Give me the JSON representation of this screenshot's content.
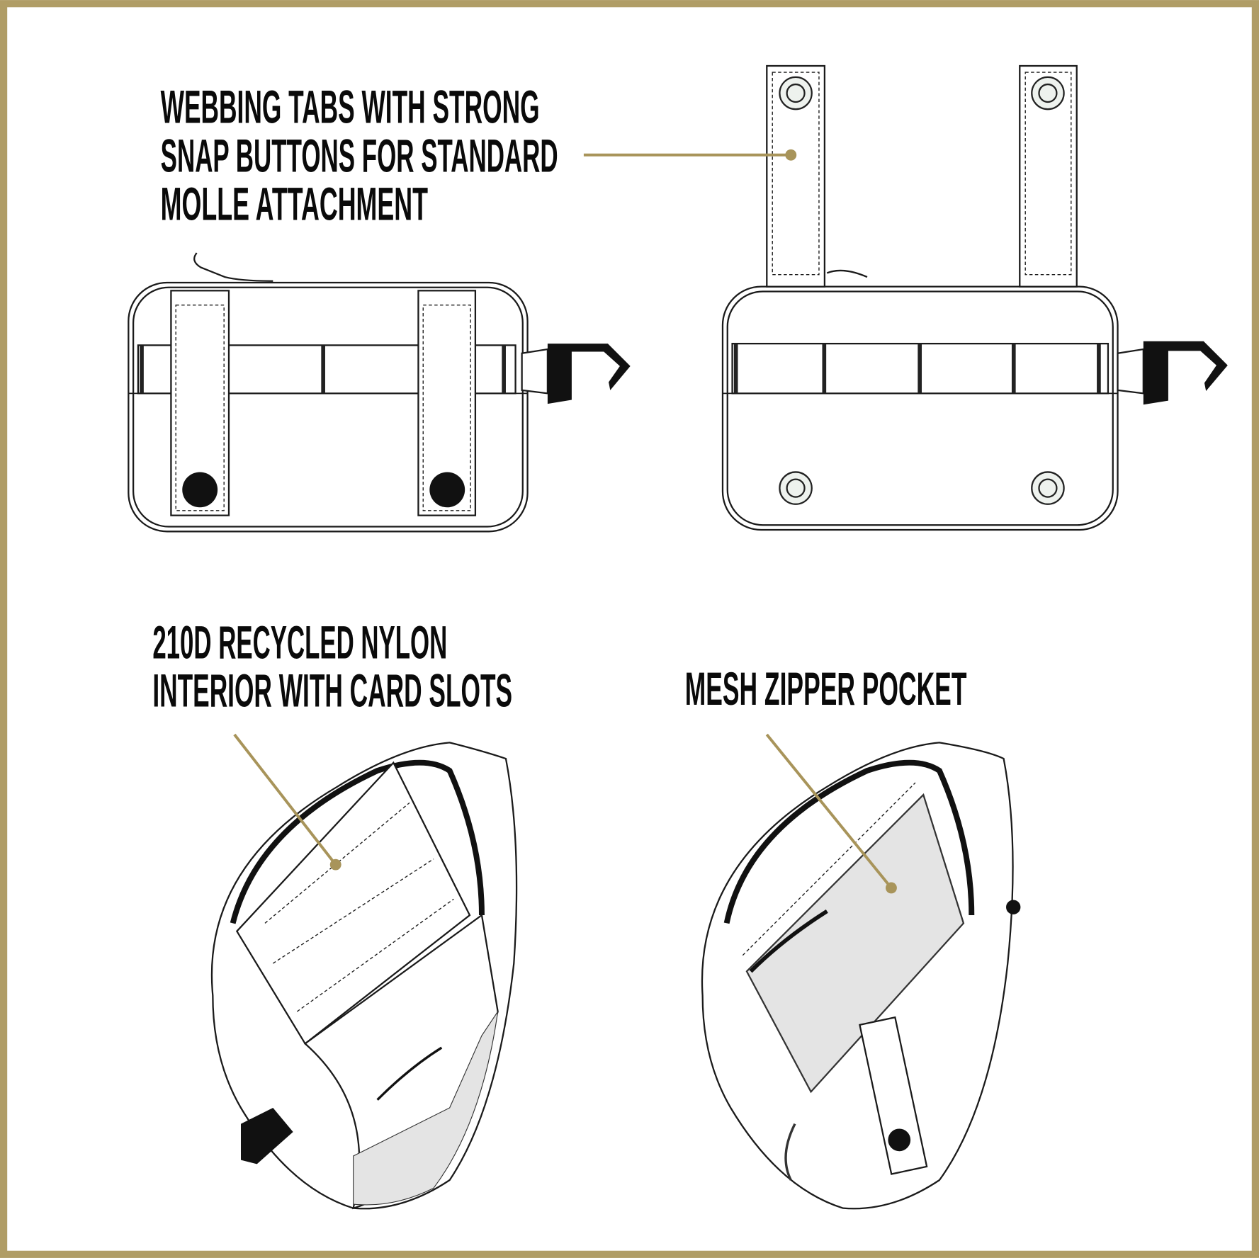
{
  "colors": {
    "frame": "#b09d66",
    "accent": "#a8945a",
    "ink": "#111111",
    "mesh": "#e4e4e4"
  },
  "callouts": [
    {
      "id": "webbing-tabs",
      "lines": [
        "WEBBING TABS WITH STRONG",
        "SNAP BUTTONS FOR STANDARD",
        "MOLLE ATTACHMENT"
      ]
    },
    {
      "id": "interior",
      "lines": [
        "210D RECYCLED NYLON",
        "INTERIOR WITH CARD SLOTS"
      ]
    },
    {
      "id": "mesh-pocket",
      "lines": [
        "MESH ZIPPER POCKET"
      ]
    }
  ]
}
